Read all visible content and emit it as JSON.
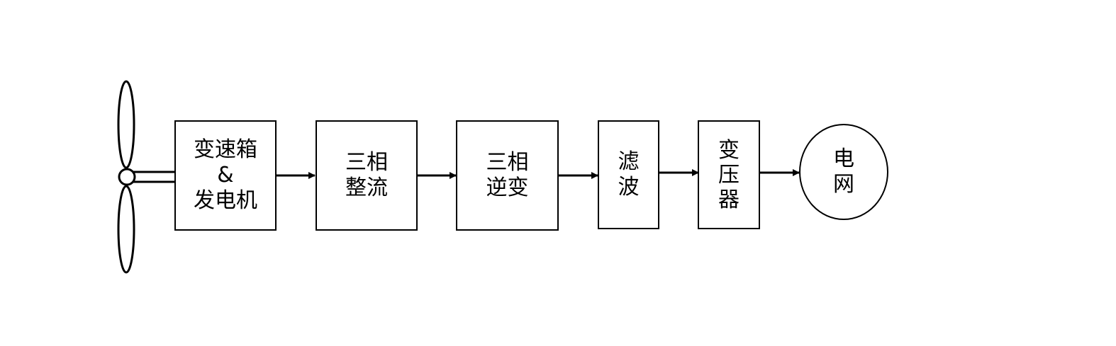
{
  "nodes": {
    "gearbox_generator": {
      "label": "变速箱\n&\n发电机"
    },
    "rectifier": {
      "label": "三相\n整流"
    },
    "inverter": {
      "label": "三相\n逆变"
    },
    "filter": {
      "label": "滤\n波"
    },
    "transformer": {
      "label": "变\n压\n器"
    },
    "grid": {
      "label": "电\n网"
    }
  },
  "edges": [
    {
      "from": "gearbox_generator",
      "to": "rectifier"
    },
    {
      "from": "rectifier",
      "to": "inverter"
    },
    {
      "from": "inverter",
      "to": "filter"
    },
    {
      "from": "filter",
      "to": "transformer"
    },
    {
      "from": "transformer",
      "to": "grid"
    }
  ],
  "icons": {
    "turbine": "wind-turbine-icon"
  },
  "colors": {
    "stroke": "#000000",
    "background": "#ffffff"
  }
}
